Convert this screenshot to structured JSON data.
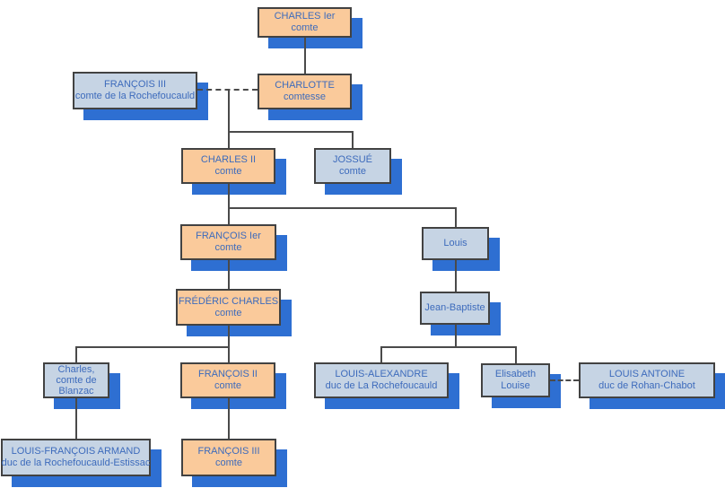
{
  "diagram": {
    "type": "family-tree",
    "colors": {
      "direct_line_fill": "#FACA9B",
      "relation_fill": "#C6D4E4",
      "drop_shadow": "#2E6FD2",
      "box_border": "#424242",
      "text": "#3D6BBC",
      "connector": "#4A4A4A",
      "background": "#FFFFFF"
    },
    "nodes": [
      {
        "id": "charles-1er",
        "style": "orange",
        "lines": [
          "CHARLES Ier",
          "comte"
        ]
      },
      {
        "id": "francois-iii-la-rochefoucauld",
        "style": "blue",
        "lines": [
          "FRANÇOIS III",
          "comte de la Rochefoucauld"
        ]
      },
      {
        "id": "charlotte",
        "style": "orange",
        "lines": [
          "CHARLOTTE",
          "comtesse"
        ]
      },
      {
        "id": "charles-ii",
        "style": "orange",
        "lines": [
          "CHARLES II",
          "comte"
        ]
      },
      {
        "id": "jossue",
        "style": "blue",
        "lines": [
          "JOSSUÉ",
          "comte"
        ]
      },
      {
        "id": "francois-1er",
        "style": "orange",
        "lines": [
          "FRANÇOIS Ier",
          "comte"
        ]
      },
      {
        "id": "louis",
        "style": "blue",
        "lines": [
          "Louis"
        ]
      },
      {
        "id": "frederic-charles",
        "style": "orange",
        "lines": [
          "FRÉDÉRIC CHARLES",
          "comte"
        ]
      },
      {
        "id": "jean-baptiste",
        "style": "blue",
        "lines": [
          "Jean-Baptiste"
        ]
      },
      {
        "id": "charles-blanzac",
        "style": "blue",
        "lines": [
          "Charles,",
          "comte de",
          "Blanzac"
        ]
      },
      {
        "id": "francois-ii",
        "style": "orange",
        "lines": [
          "FRANÇOIS II",
          "comte"
        ]
      },
      {
        "id": "louis-alexandre",
        "style": "blue",
        "lines": [
          "LOUIS-ALEXANDRE",
          "duc de La Rochefoucauld"
        ]
      },
      {
        "id": "elisabeth-louise",
        "style": "blue",
        "lines": [
          "Elisabeth",
          "Louise"
        ]
      },
      {
        "id": "louis-antoine",
        "style": "blue",
        "lines": [
          "LOUIS ANTOINE",
          "duc de Rohan-Chabot"
        ]
      },
      {
        "id": "louis-francois-armand",
        "style": "blue",
        "lines": [
          "LOUIS-FRANÇOIS ARMAND",
          "duc de la Rochefoucauld-Estissac"
        ]
      },
      {
        "id": "francois-iii-comte",
        "style": "orange",
        "lines": [
          "FRANÇOIS III",
          "comte"
        ]
      }
    ],
    "edges": [
      {
        "from": "charles-1er",
        "to": "charlotte",
        "type": "descent"
      },
      {
        "from": "francois-iii-la-rochefoucauld",
        "to": "charlotte",
        "type": "marriage"
      },
      {
        "from": "charlotte",
        "to": "charles-ii",
        "type": "descent"
      },
      {
        "from": "charlotte",
        "to": "jossue",
        "type": "descent"
      },
      {
        "from": "charles-ii",
        "to": "francois-1er",
        "type": "descent"
      },
      {
        "from": "charles-ii",
        "to": "louis",
        "type": "descent"
      },
      {
        "from": "francois-1er",
        "to": "frederic-charles",
        "type": "descent"
      },
      {
        "from": "louis",
        "to": "jean-baptiste",
        "type": "descent"
      },
      {
        "from": "frederic-charles",
        "to": "charles-blanzac",
        "type": "descent"
      },
      {
        "from": "frederic-charles",
        "to": "francois-ii",
        "type": "descent"
      },
      {
        "from": "jean-baptiste",
        "to": "louis-alexandre",
        "type": "descent"
      },
      {
        "from": "jean-baptiste",
        "to": "elisabeth-louise",
        "type": "descent"
      },
      {
        "from": "charles-blanzac",
        "to": "louis-francois-armand",
        "type": "descent"
      },
      {
        "from": "francois-ii",
        "to": "francois-iii-comte",
        "type": "descent"
      },
      {
        "from": "elisabeth-louise",
        "to": "louis-antoine",
        "type": "marriage"
      }
    ]
  }
}
